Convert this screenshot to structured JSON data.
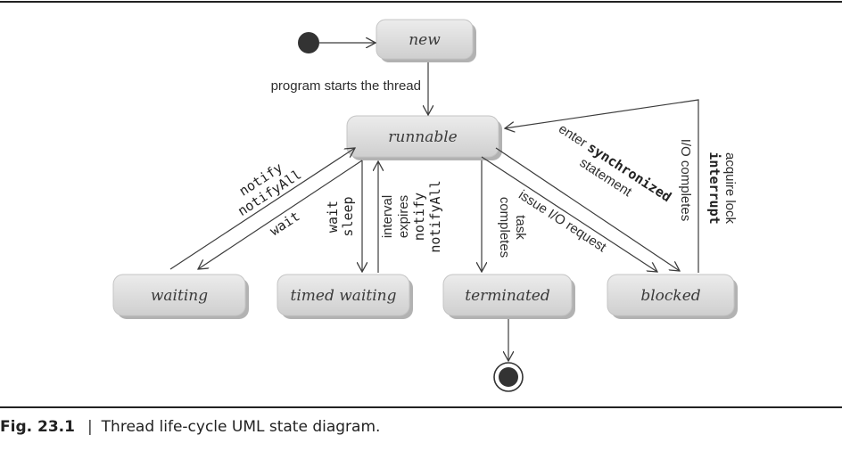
{
  "states": {
    "new": "new",
    "runnable": "runnable",
    "waiting": "waiting",
    "timed_waiting": "timed waiting",
    "terminated": "terminated",
    "blocked": "blocked"
  },
  "transitions": {
    "program_starts": "program starts the thread",
    "notify": "notify",
    "notifyAll_1": "notifyAll",
    "wait_1": "wait",
    "wait_2": "wait",
    "sleep": "sleep",
    "interval": "interval",
    "expires": "expires",
    "notify_2": "notify",
    "notifyAll_2": "notifyAll",
    "task": "task",
    "completes": "completes",
    "issue_io": "issue I/O request",
    "enter": "enter",
    "synchronized": "synchronized",
    "statement": "statement",
    "io_completes": "I/O completes",
    "acquire_lock": "acquire lock",
    "interrupt": "interrupt"
  },
  "caption": {
    "figure_number": "Fig. 23.1",
    "separator": "|",
    "text": "Thread life-cycle UML state diagram."
  }
}
